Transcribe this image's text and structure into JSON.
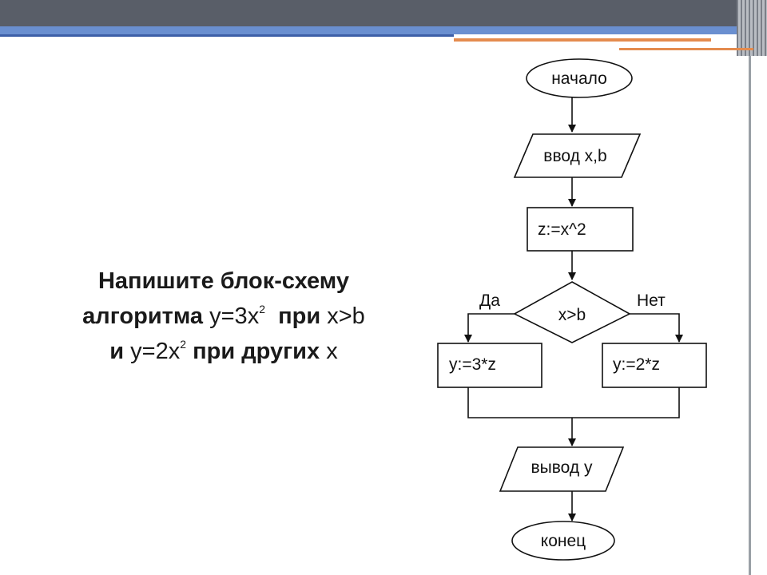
{
  "task": {
    "line1": "Напишите блок-схему",
    "line2_bold": "алгоритма",
    "line2_formula": "y=3x",
    "line2_sup": "2",
    "line2_cond_bold": "при",
    "line2_cond": "x>b",
    "line3_bold_start": "и",
    "line3_formula": "y=2x",
    "line3_sup": "2",
    "line3_bold_mid": "при других",
    "line3_end": "x"
  },
  "flowchart": {
    "start_label": "начало",
    "input_label": "ввод x,b",
    "assign_label": "z:=x^2",
    "condition_label": "x>b",
    "yes_label": "Да",
    "no_label": "Нет",
    "yes_branch_label": "y:=3*z",
    "no_branch_label": "y:=2*z",
    "output_label": "вывод y",
    "end_label": "конец"
  }
}
